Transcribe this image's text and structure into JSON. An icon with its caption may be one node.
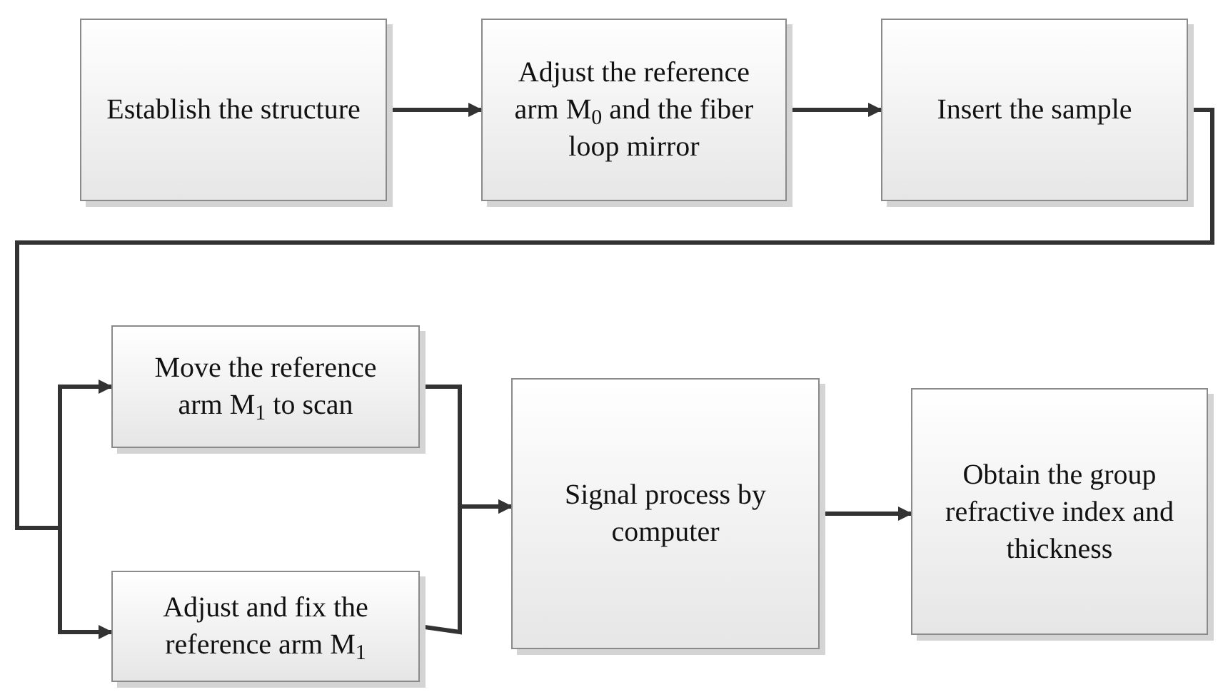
{
  "diagram": {
    "nodes": [
      {
        "text": [
          "Establish the structure"
        ]
      },
      {
        "text": [
          "Adjust the reference arm M$_{0}$ and the fiber loop mirror"
        ]
      },
      {
        "text": [
          "Insert the sample"
        ]
      },
      {
        "text": [
          "Move the reference arm M$_{1}$ to scan"
        ]
      },
      {
        "text": [
          "Adjust and  fix the reference arm M$_{1}$"
        ]
      },
      {
        "text": [
          "Signal process by computer"
        ]
      },
      {
        "text": [
          "Obtain the group refractive index and thickness"
        ]
      }
    ],
    "edges": [
      {
        "from": 0,
        "to": 1,
        "arrow": "to"
      },
      {
        "from": 1,
        "to": 2,
        "arrow": "to"
      },
      {
        "from": 2,
        "to": 3,
        "arrow": "to"
      },
      {
        "from": 2,
        "to": 4,
        "arrow": "to"
      },
      {
        "from": 3,
        "to": 5,
        "arrow": "to"
      },
      {
        "from": 4,
        "to": 5,
        "arrow": "to"
      },
      {
        "from": 5,
        "to": 6,
        "arrow": "to"
      }
    ]
  }
}
